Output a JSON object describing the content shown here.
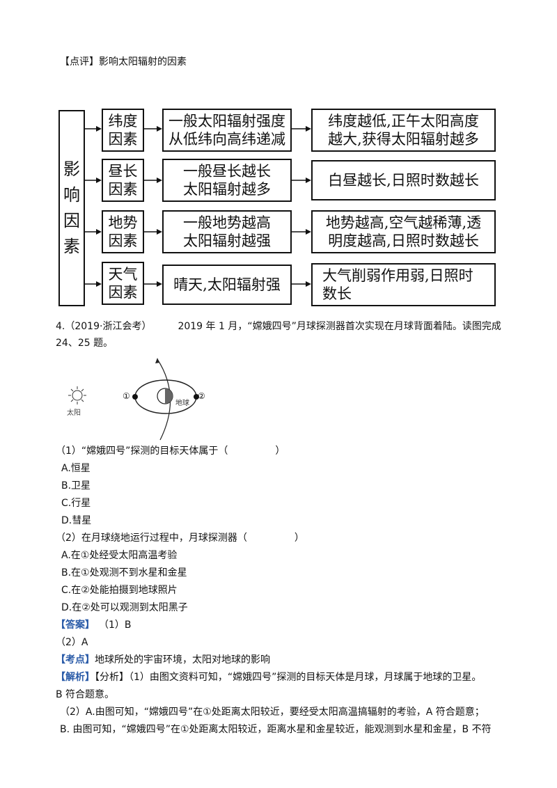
{
  "review": {
    "tag": "【点评】",
    "text": "影响太阳辐射的因素"
  },
  "diagram": {
    "root": [
      "影",
      "响",
      "因",
      "素"
    ],
    "rows": [
      {
        "factor": [
          "纬度",
          "因素"
        ],
        "cause": [
          "一般太阳辐射强度",
          "从低纬向高纬递减"
        ],
        "effect": [
          "纬度越低,正午太阳高度",
          "越大,获得太阳辐射越多"
        ]
      },
      {
        "factor": [
          "昼长",
          "因素"
        ],
        "cause": [
          "一般昼长越长",
          "太阳辐射越多"
        ],
        "effect": [
          "白昼越长,日照时数越长"
        ]
      },
      {
        "factor": [
          "地势",
          "因素"
        ],
        "cause": [
          "一般地势越高",
          "太阳辐射越强"
        ],
        "effect": [
          "地势越高,空气越稀薄,透",
          "明度越高,日照时数越长"
        ]
      },
      {
        "factor": [
          "天气",
          "因素"
        ],
        "cause": [
          "晴天,太阳辐射强"
        ],
        "effect": [
          "大气削弱作用弱,日照时",
          "数长"
        ]
      }
    ]
  },
  "question": {
    "number": "4.",
    "source": "（2019·浙江会考）",
    "stem_line1": "2019 年 1 月，“嫦娥四号”月球探测器首次实现在月球背面着陆。读图完成",
    "stem_line2": "24、25 题。"
  },
  "figure": {
    "sun_label": "太阳",
    "earth_label": "地球",
    "pos1": "①",
    "pos2": "②"
  },
  "sub1": {
    "stem_a": "（1）“嫦娥四号”探测的目标天体属于（",
    "stem_b": "）",
    "options": [
      "A.恒星",
      "B.卫星",
      "C.行星",
      "D.彗星"
    ]
  },
  "sub2": {
    "stem_a": "（2）在月球绕地运行过程中，月球探测器（",
    "stem_b": "）",
    "options": [
      "A.在①处经受太阳高温考验",
      "B.在①处观测不到水星和金星",
      "C.在②处能拍摄到地球照片",
      "D.在②处可以观测到太阳黑子"
    ]
  },
  "answer": {
    "tag": "【答案】",
    "line1": "（1）B",
    "line2": "（2）A"
  },
  "point": {
    "tag": "【考点】",
    "text": "地球所处的宇宙环境，太阳对地球的影响"
  },
  "analysis": {
    "tag": "【解析】",
    "line1": "【分析】（1）由图文资料可知，“嫦娥四号”探测的目标天体是月球，月球属于地球的卫星。",
    "line2": "B 符合题意。",
    "line3": "（2）A.由图可知，“嫦娥四号”在①处距离太阳较近，要经受太阳高温搞辐射的考验，A 符合题意；",
    "line4": "B. 由图可知，“嫦娥四号”在①处距离太阳较近，距离水星和金星较近，能观测到水星和金星，B 不符"
  }
}
